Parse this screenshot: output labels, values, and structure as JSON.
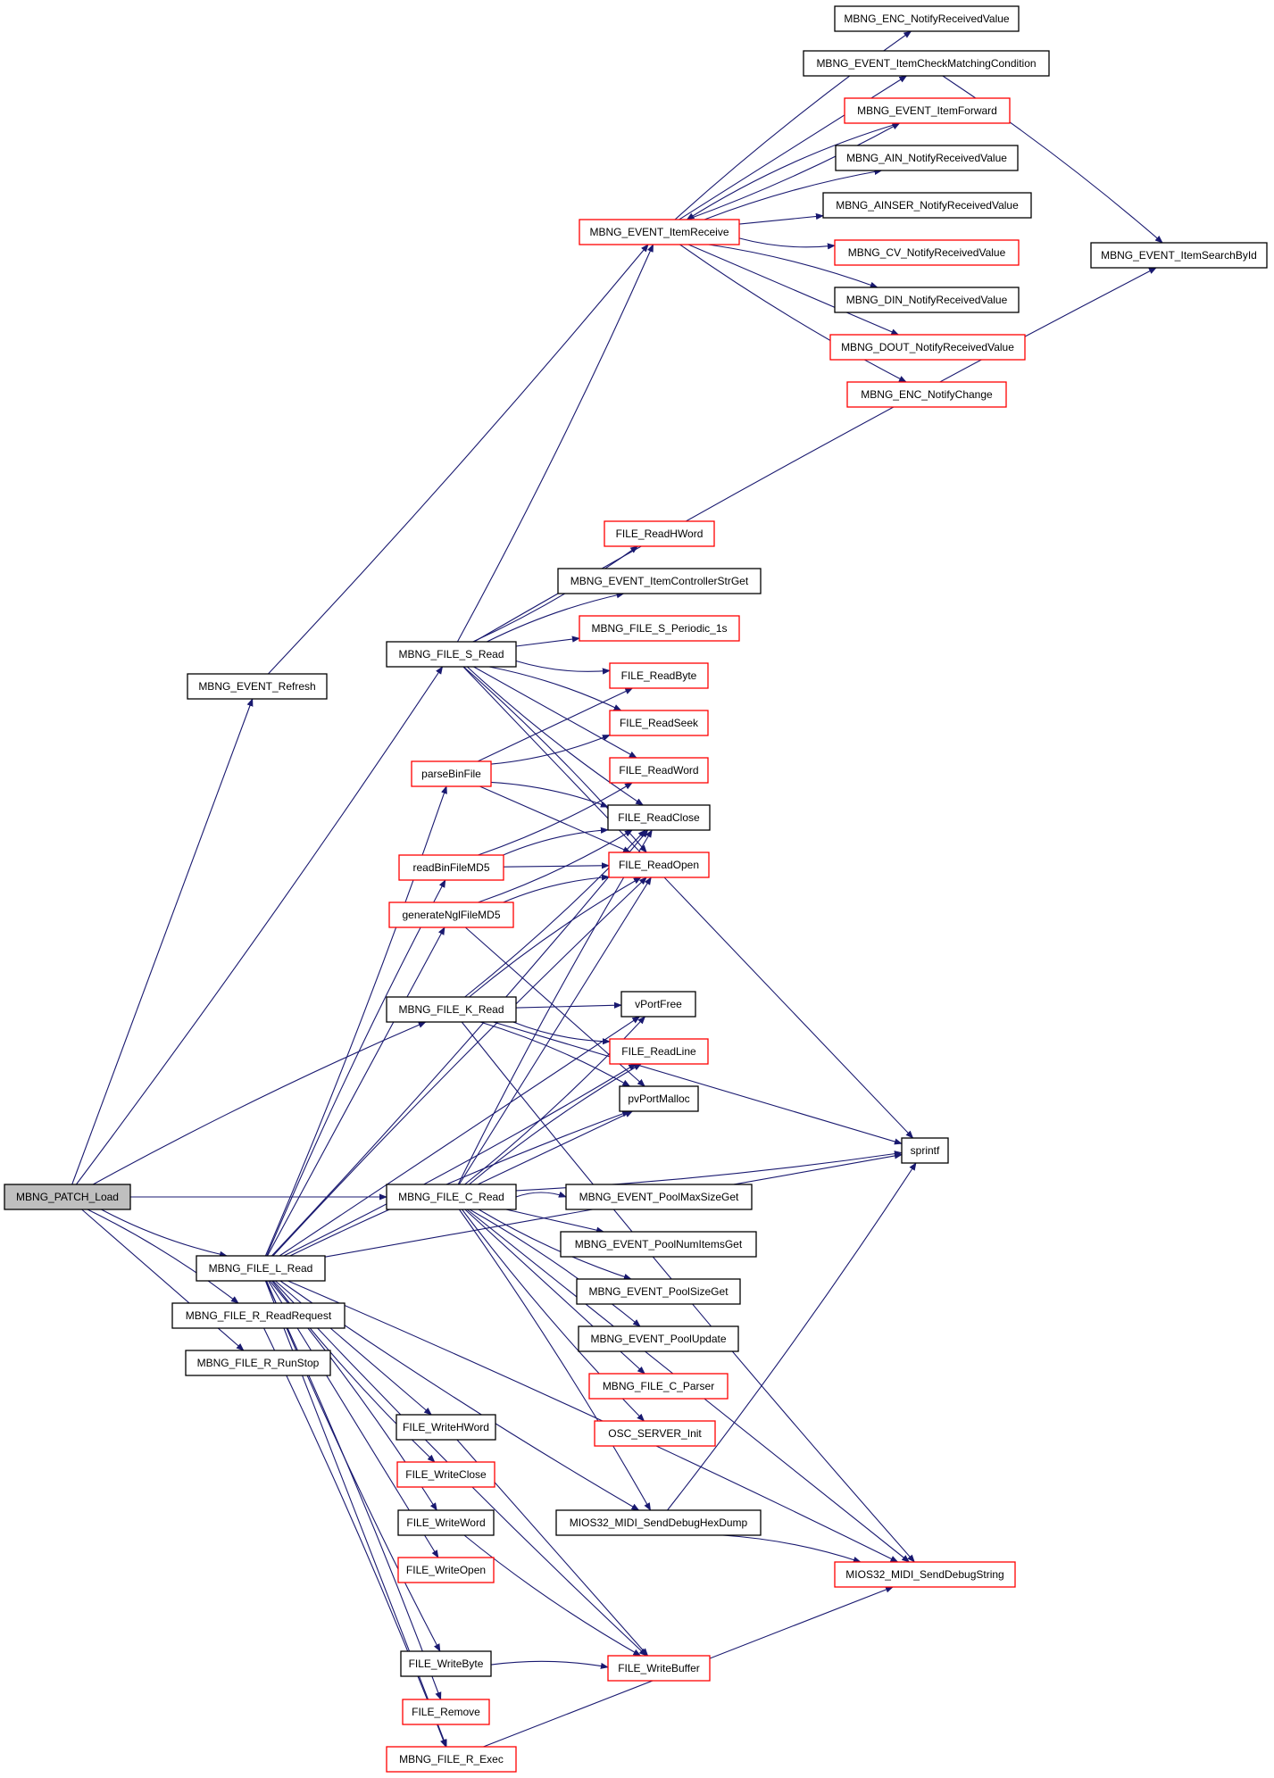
{
  "colors": {
    "edge": "#191970",
    "border_black": "#000000",
    "border_red": "#ff0000",
    "root_fill": "#bfbfbf"
  },
  "nodes": [
    {
      "id": "patch_load",
      "label": "MBNG_PATCH_Load",
      "border": "black",
      "root": true
    },
    {
      "id": "event_refresh",
      "label": "MBNG_EVENT_Refresh",
      "border": "black"
    },
    {
      "id": "file_s_read",
      "label": "MBNG_FILE_S_Read",
      "border": "black"
    },
    {
      "id": "file_k_read",
      "label": "MBNG_FILE_K_Read",
      "border": "black"
    },
    {
      "id": "file_c_read",
      "label": "MBNG_FILE_C_Read",
      "border": "black"
    },
    {
      "id": "file_l_read",
      "label": "MBNG_FILE_L_Read",
      "border": "black"
    },
    {
      "id": "file_r_readrequest",
      "label": "MBNG_FILE_R_ReadRequest",
      "border": "black"
    },
    {
      "id": "file_r_runstop",
      "label": "MBNG_FILE_R_RunStop",
      "border": "black"
    },
    {
      "id": "parsebinfile",
      "label": "parseBinFile",
      "border": "red"
    },
    {
      "id": "readbinfilemd5",
      "label": "readBinFileMD5",
      "border": "red"
    },
    {
      "id": "generatenglfilemd5",
      "label": "generateNglFileMD5",
      "border": "red"
    },
    {
      "id": "item_receive",
      "label": "MBNG_EVENT_ItemReceive",
      "border": "red"
    },
    {
      "id": "enc_notify_value",
      "label": "MBNG_ENC_NotifyReceivedValue",
      "border": "black"
    },
    {
      "id": "item_check",
      "label": "MBNG_EVENT_ItemCheckMatchingCondition",
      "border": "black"
    },
    {
      "id": "item_forward",
      "label": "MBNG_EVENT_ItemForward",
      "border": "red"
    },
    {
      "id": "ain_notify",
      "label": "MBNG_AIN_NotifyReceivedValue",
      "border": "black"
    },
    {
      "id": "ainser_notify",
      "label": "MBNG_AINSER_NotifyReceivedValue",
      "border": "black"
    },
    {
      "id": "cv_notify",
      "label": "MBNG_CV_NotifyReceivedValue",
      "border": "red"
    },
    {
      "id": "din_notify",
      "label": "MBNG_DIN_NotifyReceivedValue",
      "border": "black"
    },
    {
      "id": "dout_notify",
      "label": "MBNG_DOUT_NotifyReceivedValue",
      "border": "red"
    },
    {
      "id": "enc_notify_change",
      "label": "MBNG_ENC_NotifyChange",
      "border": "red"
    },
    {
      "id": "item_search",
      "label": "MBNG_EVENT_ItemSearchById",
      "border": "black"
    },
    {
      "id": "file_readhword",
      "label": "FILE_ReadHWord",
      "border": "red"
    },
    {
      "id": "item_ctrl_str",
      "label": "MBNG_EVENT_ItemControllerStrGet",
      "border": "black"
    },
    {
      "id": "s_periodic",
      "label": "MBNG_FILE_S_Periodic_1s",
      "border": "red"
    },
    {
      "id": "file_readbyte",
      "label": "FILE_ReadByte",
      "border": "red"
    },
    {
      "id": "file_readseek",
      "label": "FILE_ReadSeek",
      "border": "red"
    },
    {
      "id": "file_readword",
      "label": "FILE_ReadWord",
      "border": "red"
    },
    {
      "id": "file_readclose",
      "label": "FILE_ReadClose",
      "border": "black"
    },
    {
      "id": "file_readopen",
      "label": "FILE_ReadOpen",
      "border": "red"
    },
    {
      "id": "vportfree",
      "label": "vPortFree",
      "border": "black"
    },
    {
      "id": "file_readline",
      "label": "FILE_ReadLine",
      "border": "red"
    },
    {
      "id": "pvportmalloc",
      "label": "pvPortMalloc",
      "border": "black"
    },
    {
      "id": "sprintf",
      "label": "sprintf",
      "border": "black"
    },
    {
      "id": "pool_maxsize",
      "label": "MBNG_EVENT_PoolMaxSizeGet",
      "border": "black"
    },
    {
      "id": "pool_numitems",
      "label": "MBNG_EVENT_PoolNumItemsGet",
      "border": "black"
    },
    {
      "id": "pool_size",
      "label": "MBNG_EVENT_PoolSizeGet",
      "border": "black"
    },
    {
      "id": "pool_update",
      "label": "MBNG_EVENT_PoolUpdate",
      "border": "black"
    },
    {
      "id": "c_parser",
      "label": "MBNG_FILE_C_Parser",
      "border": "red"
    },
    {
      "id": "osc_init",
      "label": "OSC_SERVER_Init",
      "border": "red"
    },
    {
      "id": "write_hword",
      "label": "FILE_WriteHWord",
      "border": "black"
    },
    {
      "id": "write_close",
      "label": "FILE_WriteClose",
      "border": "red"
    },
    {
      "id": "write_word",
      "label": "FILE_WriteWord",
      "border": "black"
    },
    {
      "id": "write_open",
      "label": "FILE_WriteOpen",
      "border": "red"
    },
    {
      "id": "write_byte",
      "label": "FILE_WriteByte",
      "border": "black"
    },
    {
      "id": "file_remove",
      "label": "FILE_Remove",
      "border": "red"
    },
    {
      "id": "r_exec",
      "label": "MBNG_FILE_R_Exec",
      "border": "red"
    },
    {
      "id": "hexdump",
      "label": "MIOS32_MIDI_SendDebugHexDump",
      "border": "black"
    },
    {
      "id": "debugstring",
      "label": "MIOS32_MIDI_SendDebugString",
      "border": "red"
    },
    {
      "id": "write_buffer",
      "label": "FILE_WriteBuffer",
      "border": "red"
    }
  ],
  "edges": [
    [
      "patch_load",
      "event_refresh"
    ],
    [
      "patch_load",
      "file_s_read"
    ],
    [
      "patch_load",
      "file_k_read"
    ],
    [
      "patch_load",
      "file_c_read"
    ],
    [
      "patch_load",
      "file_l_read"
    ],
    [
      "patch_load",
      "file_r_readrequest"
    ],
    [
      "patch_load",
      "file_r_runstop"
    ],
    [
      "event_refresh",
      "item_receive"
    ],
    [
      "item_receive",
      "enc_notify_value"
    ],
    [
      "item_receive",
      "item_check"
    ],
    [
      "item_receive",
      "item_forward"
    ],
    [
      "item_receive",
      "ain_notify"
    ],
    [
      "item_receive",
      "ainser_notify"
    ],
    [
      "item_receive",
      "cv_notify"
    ],
    [
      "item_receive",
      "din_notify"
    ],
    [
      "item_receive",
      "dout_notify"
    ],
    [
      "item_receive",
      "enc_notify_change"
    ],
    [
      "item_check",
      "item_search"
    ],
    [
      "item_forward",
      "item_receive"
    ],
    [
      "file_s_read",
      "item_receive"
    ],
    [
      "file_s_read",
      "item_search"
    ],
    [
      "file_s_read",
      "sprintf"
    ],
    [
      "file_s_read",
      "file_readhword"
    ],
    [
      "file_s_read",
      "item_ctrl_str"
    ],
    [
      "file_s_read",
      "s_periodic"
    ],
    [
      "file_s_read",
      "file_readbyte"
    ],
    [
      "file_s_read",
      "file_readseek"
    ],
    [
      "file_s_read",
      "file_readword"
    ],
    [
      "file_s_read",
      "file_readclose"
    ],
    [
      "file_s_read",
      "file_readopen"
    ],
    [
      "parsebinfile",
      "file_readbyte"
    ],
    [
      "parsebinfile",
      "file_readseek"
    ],
    [
      "parsebinfile",
      "file_readclose"
    ],
    [
      "parsebinfile",
      "file_readopen"
    ],
    [
      "readbinfilemd5",
      "file_readword"
    ],
    [
      "readbinfilemd5",
      "file_readclose"
    ],
    [
      "readbinfilemd5",
      "file_readopen"
    ],
    [
      "generatenglfilemd5",
      "file_readclose"
    ],
    [
      "generatenglfilemd5",
      "file_readopen"
    ],
    [
      "generatenglfilemd5",
      "pvportmalloc"
    ],
    [
      "file_k_read",
      "file_readclose"
    ],
    [
      "file_k_read",
      "file_readopen"
    ],
    [
      "file_k_read",
      "vportfree"
    ],
    [
      "file_k_read",
      "file_readline"
    ],
    [
      "file_k_read",
      "pvportmalloc"
    ],
    [
      "file_k_read",
      "sprintf"
    ],
    [
      "file_k_read",
      "debugstring"
    ],
    [
      "file_c_read",
      "file_readclose"
    ],
    [
      "file_c_read",
      "file_readopen"
    ],
    [
      "file_c_read",
      "vportfree"
    ],
    [
      "file_c_read",
      "file_readline"
    ],
    [
      "file_c_read",
      "pvportmalloc"
    ],
    [
      "file_c_read",
      "sprintf"
    ],
    [
      "file_c_read",
      "pool_maxsize"
    ],
    [
      "file_c_read",
      "pool_numitems"
    ],
    [
      "file_c_read",
      "pool_size"
    ],
    [
      "file_c_read",
      "pool_update"
    ],
    [
      "file_c_read",
      "c_parser"
    ],
    [
      "file_c_read",
      "osc_init"
    ],
    [
      "file_c_read",
      "hexdump"
    ],
    [
      "file_c_read",
      "debugstring"
    ],
    [
      "file_l_read",
      "parsebinfile"
    ],
    [
      "file_l_read",
      "readbinfilemd5"
    ],
    [
      "file_l_read",
      "generatenglfilemd5"
    ],
    [
      "file_l_read",
      "file_readclose"
    ],
    [
      "file_l_read",
      "file_readopen"
    ],
    [
      "file_l_read",
      "vportfree"
    ],
    [
      "file_l_read",
      "file_readline"
    ],
    [
      "file_l_read",
      "pvportmalloc"
    ],
    [
      "file_l_read",
      "sprintf"
    ],
    [
      "file_l_read",
      "hexdump"
    ],
    [
      "file_l_read",
      "debugstring"
    ],
    [
      "file_l_read",
      "write_hword"
    ],
    [
      "file_l_read",
      "write_close"
    ],
    [
      "file_l_read",
      "write_word"
    ],
    [
      "file_l_read",
      "write_open"
    ],
    [
      "file_l_read",
      "write_byte"
    ],
    [
      "file_l_read",
      "file_remove"
    ],
    [
      "file_l_read",
      "r_exec"
    ],
    [
      "file_l_read",
      "write_buffer"
    ],
    [
      "file_r_readrequest",
      "r_exec"
    ],
    [
      "write_hword",
      "write_buffer"
    ],
    [
      "write_word",
      "write_buffer"
    ],
    [
      "write_byte",
      "write_buffer"
    ],
    [
      "r_exec",
      "debugstring"
    ],
    [
      "hexdump",
      "sprintf"
    ],
    [
      "hexdump",
      "debugstring"
    ]
  ]
}
